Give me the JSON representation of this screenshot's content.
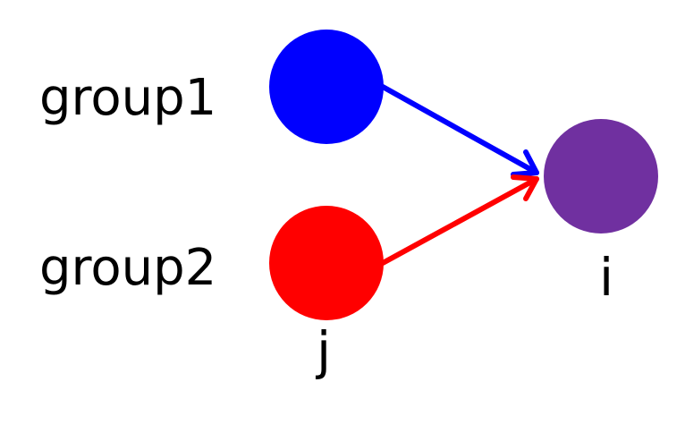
{
  "labels": {
    "group1": "group1",
    "group2": "group2",
    "node_i": "i",
    "node_j": "j"
  },
  "colors": {
    "group1_node": "#0000ff",
    "group2_node": "#ff0000",
    "target_node": "#7030a0",
    "group1_edge": "#0000ff",
    "group2_edge": "#ff0000",
    "text": "#000000",
    "background": "#ffffff"
  },
  "edges": [
    {
      "from": "group1-node",
      "to": "node-i",
      "color": "#0000ff"
    },
    {
      "from": "node-j",
      "to": "node-i",
      "color": "#ff0000"
    }
  ]
}
